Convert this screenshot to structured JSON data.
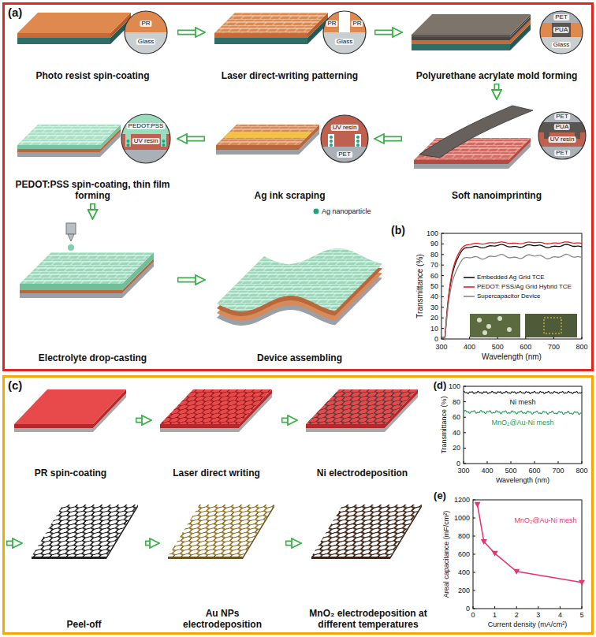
{
  "diagram": {
    "nodes": [
      {
        "text": [
          "(a)"
        ]
      },
      {
        "text": [
          "Photo resist spin-coating"
        ],
        "in": 0
      },
      {
        "text": [
          "Laser direct-writing patterning"
        ],
        "in": 0
      },
      {
        "text": [
          "Polyurethane acrylate mold forming"
        ],
        "in": 0
      },
      {
        "text": [
          "PEDOT:PSS spin-coating, thin film forming"
        ],
        "in": 0
      },
      {
        "text": [
          "Ag ink scraping"
        ],
        "in": 0
      },
      {
        "text": [
          "Soft nanoimprinting"
        ],
        "in": 0
      },
      {
        "text": [
          "Electrolyte drop-casting"
        ],
        "in": 0
      },
      {
        "text": [
          "Device assembling"
        ],
        "in": 0
      },
      {
        "text": [
          "(c)"
        ]
      },
      {
        "text": [
          "PR spin-coating"
        ],
        "in": 9
      },
      {
        "text": [
          "Laser direct writing"
        ],
        "in": 9
      },
      {
        "text": [
          "Ni electrodeposition"
        ],
        "in": 9
      },
      {
        "text": [
          "Peel-off"
        ],
        "in": 9
      },
      {
        "text": [
          "Au NPs electrodeposition"
        ],
        "in": 9
      },
      {
        "text": [
          "MnO₂ electrodeposition at different temperatures"
        ],
        "in": 9
      }
    ],
    "edges": [
      {
        "from": 1,
        "to": 2,
        "arrow": "to"
      },
      {
        "from": 2,
        "to": 3,
        "arrow": "to"
      },
      {
        "from": 3,
        "to": 6,
        "arrow": "to"
      },
      {
        "from": 6,
        "to": 5,
        "arrow": "to"
      },
      {
        "from": 5,
        "to": 4,
        "arrow": "to"
      },
      {
        "from": 4,
        "to": 7,
        "arrow": "to"
      },
      {
        "from": 7,
        "to": 8,
        "arrow": "to"
      },
      {
        "from": 10,
        "to": 11,
        "arrow": "to"
      },
      {
        "from": 11,
        "to": 12,
        "arrow": "to"
      },
      {
        "from": 13,
        "to": 14,
        "arrow": "to"
      },
      {
        "from": 14,
        "to": 15,
        "arrow": "to"
      }
    ],
    "labels": [
      "PR",
      "Glass",
      "PR",
      "PR",
      "Glass",
      "PET",
      "PUA",
      "Glass",
      "PEDOT:PSS",
      "UV resin",
      "UV resin",
      "PET",
      "PET",
      "PUA",
      "UV resin",
      "PET",
      "(b)",
      "0",
      "10",
      "20",
      "30",
      "40",
      "50",
      "60",
      "70",
      "80",
      "90",
      "100",
      "300",
      "400",
      "500",
      "600",
      "700",
      "800",
      "Transmittance (%)",
      "Wavelength (nm)",
      "(d)",
      "0",
      "20",
      "40",
      "60",
      "80",
      "100",
      "300",
      "400",
      "500",
      "600",
      "700",
      "800",
      "Transmittance (%)",
      "Wavelength (nm)",
      "Ni mesh",
      "MnO₂@Au-Ni mesh",
      "(e)",
      "0",
      "200",
      "400",
      "600",
      "800",
      "1000",
      "1200",
      "0",
      "1",
      "2",
      "3",
      "4",
      "5",
      "Areal capacitance (mF/cm²)",
      "Current density (mA/cm²)",
      "MnO₂@Au-Ni mesh"
    ],
    "legend": [
      {
        "text": "Ag nanoparticle"
      },
      {
        "text": "Embedded Ag Grid TCE"
      },
      {
        "text": "PEDOT: PSS/Ag Grid Hybrid TCE"
      },
      {
        "text": "Supercapacitor Device"
      }
    ]
  }
}
